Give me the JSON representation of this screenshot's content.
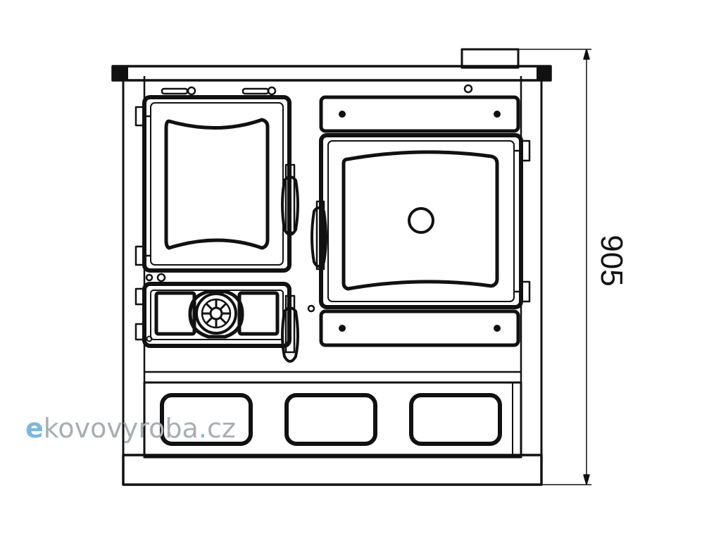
{
  "watermark": {
    "first": "e",
    "rest": "kovovyroba",
    "dot": ".",
    "tld": "cz"
  },
  "dimension": {
    "height_label": "905"
  }
}
